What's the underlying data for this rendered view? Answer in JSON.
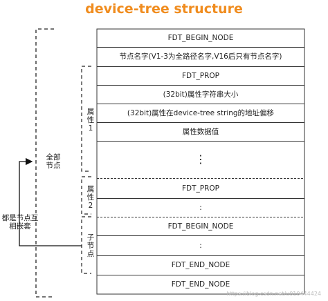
{
  "title": "device-tree structure",
  "cells": [
    {
      "label": "FDT_BEGIN_NODE"
    },
    {
      "label": "节点名字(V1-3为全路径名字,V16后只有节点名字)"
    },
    {
      "label": "FDT_PROP"
    },
    {
      "label": "(32bit)属性字符串大小"
    },
    {
      "label": "(32bit)属性在device-tree string的地址偏移"
    },
    {
      "label": "属性数据值"
    },
    {
      "label": "⋮"
    },
    {
      "label": "FDT_PROP"
    },
    {
      "label": ":"
    },
    {
      "label": "FDT_BEGIN_NODE"
    },
    {
      "label": ":"
    },
    {
      "label": "FDT_END_NODE"
    },
    {
      "label": "FDT_END_NODE"
    }
  ],
  "labels": {
    "all_nodes": "全部节点",
    "nested": "都是节点互相嵌套",
    "attr1": "属性1",
    "attr2": "属性2",
    "child": "子节点"
  },
  "watermark": "https://blog.csdn.net/u010444424"
}
